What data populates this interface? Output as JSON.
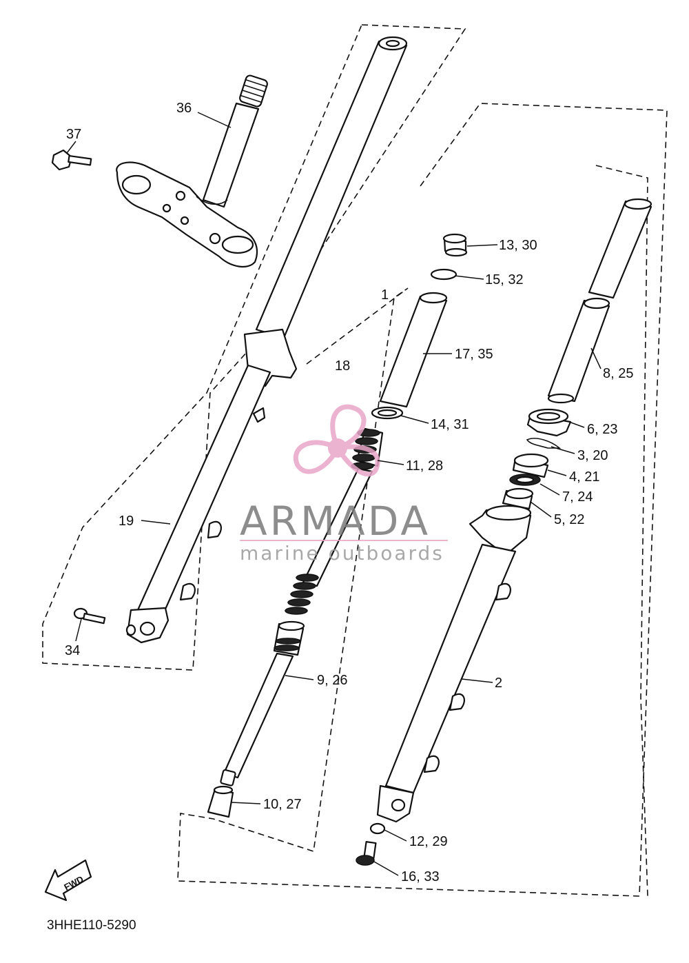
{
  "diagram": {
    "callouts": [
      {
        "id": "c36",
        "text": "36"
      },
      {
        "id": "c37",
        "text": "37"
      },
      {
        "id": "c19",
        "text": "19"
      },
      {
        "id": "c34",
        "text": "34"
      },
      {
        "id": "c18",
        "text": "18"
      },
      {
        "id": "c1",
        "text": "1"
      },
      {
        "id": "c13",
        "text": "13, 30"
      },
      {
        "id": "c15",
        "text": "15, 32"
      },
      {
        "id": "c17",
        "text": "17, 35"
      },
      {
        "id": "c14",
        "text": "14, 31"
      },
      {
        "id": "c11",
        "text": "11, 28"
      },
      {
        "id": "c8",
        "text": "8, 25"
      },
      {
        "id": "c6",
        "text": "6, 23"
      },
      {
        "id": "c3",
        "text": "3, 20"
      },
      {
        "id": "c4",
        "text": "4, 21"
      },
      {
        "id": "c7",
        "text": "7, 24"
      },
      {
        "id": "c5",
        "text": "5, 22"
      },
      {
        "id": "c9",
        "text": "9, 26"
      },
      {
        "id": "c2",
        "text": "2"
      },
      {
        "id": "c10",
        "text": "10, 27"
      },
      {
        "id": "c12",
        "text": "12, 29"
      },
      {
        "id": "c16",
        "text": "16, 33"
      }
    ],
    "fwd_label": "FWD",
    "diagram_code": "3HHE110-5290"
  },
  "watermark": {
    "title": "ARMADA",
    "subtitle": "marine outboards",
    "logo_color": "#e8a6c8",
    "title_color": "#7a7a7a"
  }
}
